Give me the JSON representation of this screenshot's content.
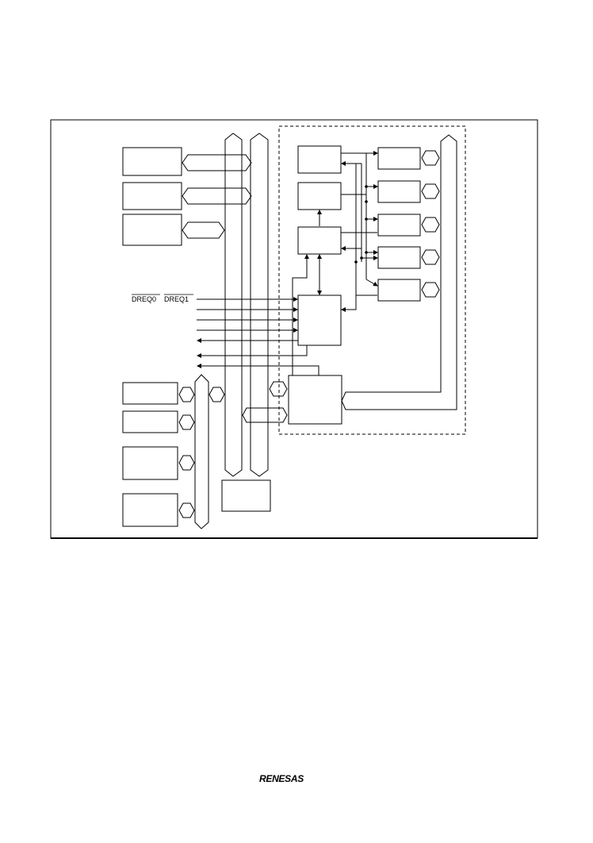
{
  "diagram": {
    "labels": {
      "dreq0": "DREQ0",
      "dreq1": "DREQ1"
    }
  },
  "footer": {
    "logo": "RENESAS"
  }
}
